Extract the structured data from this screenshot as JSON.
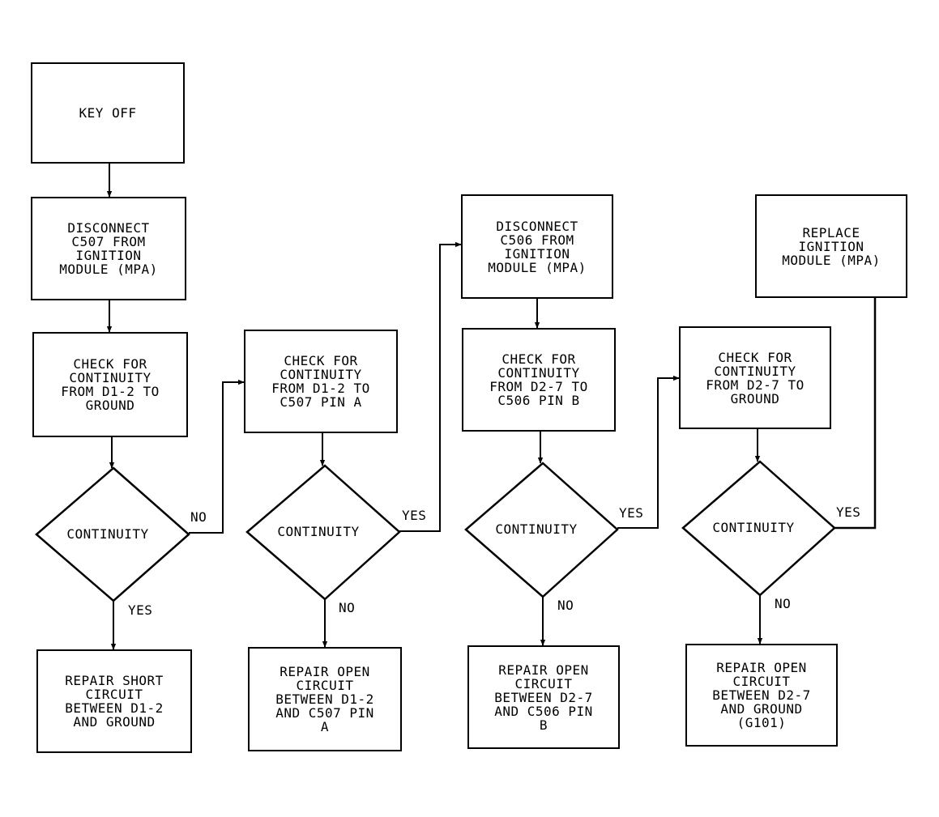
{
  "boxes": {
    "key_off": "KEY OFF",
    "disconnect_c507": "DISCONNECT\nC507 FROM\nIGNITION\nMODULE (MPA)",
    "check_d1_ground": "CHECK FOR\nCONTINUITY\nFROM D1-2 TO\nGROUND",
    "check_d1_c507": "CHECK FOR\nCONTINUITY\nFROM D1-2 TO\nC507 PIN A",
    "disconnect_c506": "DISCONNECT\nC506 FROM\nIGNITION\nMODULE (MPA)",
    "check_d2_c506": "CHECK FOR\nCONTINUITY\nFROM D2-7 TO\nC506 PIN B",
    "check_d2_ground": "CHECK FOR\nCONTINUITY\nFROM D2-7 TO\nGROUND",
    "replace_module": "REPLACE\nIGNITION\nMODULE (MPA)",
    "repair_short": "REPAIR SHORT\nCIRCUIT\nBETWEEN D1-2\nAND GROUND",
    "repair_open_d1_c507": "REPAIR OPEN\nCIRCUIT\nBETWEEN D1-2\nAND C507 PIN\nA",
    "repair_open_d2_c506": "REPAIR OPEN\nCIRCUIT\nBETWEEN D2-7\nAND C506 PIN\nB",
    "repair_open_d2_ground": "REPAIR OPEN\nCIRCUIT\nBETWEEN D2-7\nAND GROUND\n(G101)"
  },
  "decisions": {
    "d1": "CONTINUITY",
    "d2": "CONTINUITY",
    "d3": "CONTINUITY",
    "d4": "CONTINUITY"
  },
  "labels": {
    "d1_right": "NO",
    "d1_bottom": "YES",
    "d2_right": "YES",
    "d2_bottom": "NO",
    "d3_right": "YES",
    "d3_bottom": "NO",
    "d4_right": "YES",
    "d4_bottom": "NO"
  }
}
